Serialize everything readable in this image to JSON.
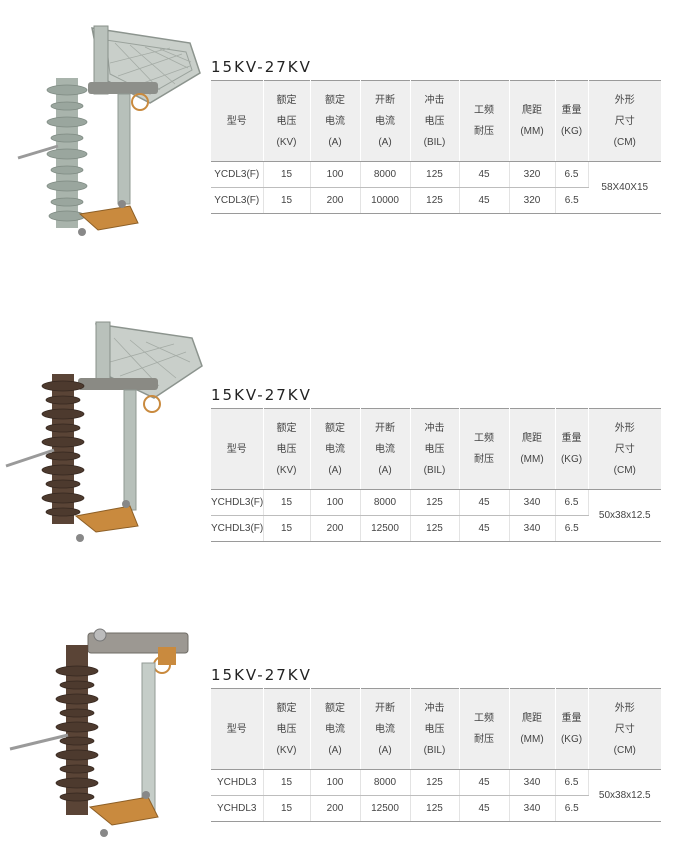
{
  "sections": [
    {
      "title": "15KV-27KV",
      "headers": [
        {
          "lines": [
            "型号"
          ]
        },
        {
          "lines": [
            "额定",
            "电压",
            "(KV)"
          ]
        },
        {
          "lines": [
            "额定",
            "电流",
            "(A)"
          ]
        },
        {
          "lines": [
            "开断",
            "电流",
            "(A)"
          ]
        },
        {
          "lines": [
            "冲击",
            "电压",
            "(BIL)"
          ]
        },
        {
          "lines": [
            "工频",
            "耐压"
          ]
        },
        {
          "lines": [
            "爬距",
            "(MM)"
          ]
        },
        {
          "lines": [
            "重量",
            "(KG)"
          ]
        },
        {
          "lines": [
            "外形",
            "尺寸",
            "(CM)"
          ]
        }
      ],
      "rows": [
        [
          "YCDL3(F)",
          "15",
          "100",
          "8000",
          "125",
          "45",
          "320",
          "6.5"
        ],
        [
          "YCDL3(F)",
          "15",
          "200",
          "10000",
          "125",
          "45",
          "320",
          "6.5"
        ]
      ],
      "dimension": "58X40X15"
    },
    {
      "title": "15KV-27KV",
      "headers": [
        {
          "lines": [
            "型号"
          ]
        },
        {
          "lines": [
            "额定",
            "电压",
            "(KV)"
          ]
        },
        {
          "lines": [
            "额定",
            "电流",
            "(A)"
          ]
        },
        {
          "lines": [
            "开断",
            "电流",
            "(A)"
          ]
        },
        {
          "lines": [
            "冲击",
            "电压",
            "(BIL)"
          ]
        },
        {
          "lines": [
            "工频",
            "耐压"
          ]
        },
        {
          "lines": [
            "爬距",
            "(MM)"
          ]
        },
        {
          "lines": [
            "重量",
            "(KG)"
          ]
        },
        {
          "lines": [
            "外形",
            "尺寸",
            "(CM)"
          ]
        }
      ],
      "rows": [
        [
          "YCHDL3(F)",
          "15",
          "100",
          "8000",
          "125",
          "45",
          "340",
          "6.5"
        ],
        [
          "YCHDL3(F)",
          "15",
          "200",
          "12500",
          "125",
          "45",
          "340",
          "6.5"
        ]
      ],
      "dimension": "50x38x12.5"
    },
    {
      "title": "15KV-27KV",
      "headers": [
        {
          "lines": [
            "型号"
          ]
        },
        {
          "lines": [
            "额定",
            "电压",
            "(KV)"
          ]
        },
        {
          "lines": [
            "额定",
            "电流",
            "(A)"
          ]
        },
        {
          "lines": [
            "开断",
            "电流",
            "(A)"
          ]
        },
        {
          "lines": [
            "冲击",
            "电压",
            "(BIL)"
          ]
        },
        {
          "lines": [
            "工频",
            "耐压"
          ]
        },
        {
          "lines": [
            "爬距",
            "(MM)"
          ]
        },
        {
          "lines": [
            "重量",
            "(KG)"
          ]
        },
        {
          "lines": [
            "外形",
            "尺寸",
            "(CM)"
          ]
        }
      ],
      "rows": [
        [
          "YCHDL3",
          "15",
          "100",
          "8000",
          "125",
          "45",
          "340",
          "6.5"
        ],
        [
          "YCHDL3",
          "15",
          "200",
          "12500",
          "125",
          "45",
          "340",
          "6.5"
        ]
      ],
      "dimension": "50x38x12.5"
    }
  ],
  "colors": {
    "insulator_grey": "#a9b4ac",
    "insulator_brown": "#5a4436",
    "copper": "#c98a3e",
    "header_bg": "#efefef"
  },
  "icons": [
    "fuse-cutout-grey-photo",
    "fuse-cutout-brown-photo",
    "fuse-cutout-brown-compact-photo"
  ]
}
